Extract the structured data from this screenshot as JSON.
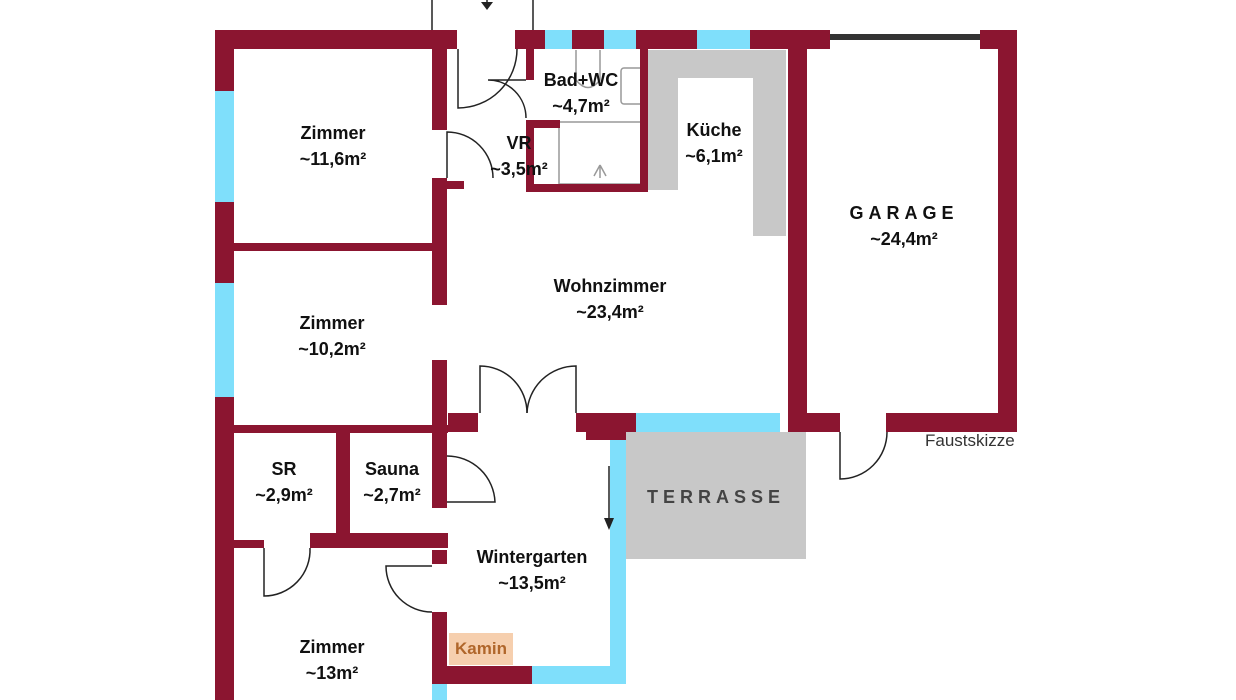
{
  "colors": {
    "wall": "#8b1530",
    "window": "#7fdffb",
    "fill": "#c8c8c8",
    "kamin_bg": "#f6cfae",
    "kamin_text": "#b0662a"
  },
  "rooms": {
    "zimmer1": {
      "name": "Zimmer",
      "area": "~11,6m²"
    },
    "vr": {
      "name": "VR",
      "area": "~3,5m²"
    },
    "bad": {
      "name": "Bad+WC",
      "area": "~4,7m²"
    },
    "kueche": {
      "name": "Küche",
      "area": "~6,1m²"
    },
    "garage": {
      "name": "GARAGE",
      "area": "~24,4m²"
    },
    "wohnzimmer": {
      "name": "Wohnzimmer",
      "area": "~23,4m²"
    },
    "zimmer2": {
      "name": "Zimmer",
      "area": "~10,2m²"
    },
    "sr": {
      "name": "SR",
      "area": "~2,9m²"
    },
    "sauna": {
      "name": "Sauna",
      "area": "~2,7m²"
    },
    "wintergarten": {
      "name": "Wintergarten",
      "area": "~13,5m²"
    },
    "zimmer3": {
      "name": "Zimmer",
      "area": "~13m²"
    }
  },
  "terrasse": "TERRASSE",
  "kamin": "Kamin",
  "note": "Faustskizze"
}
